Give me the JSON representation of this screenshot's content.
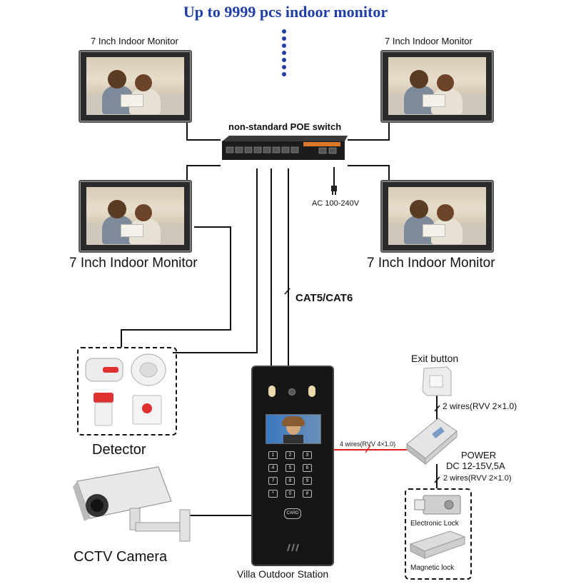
{
  "title": "Up to 9999 pcs indoor monitor",
  "monitors": {
    "top_left": "7 Inch Indoor Monitor",
    "top_right": "7 Inch Indoor Monitor",
    "mid_left": "7 Inch Indoor Monitor",
    "mid_right": "7 Inch Indoor Monitor"
  },
  "switch": {
    "label": "non-standard POE switch",
    "power": "AC 100-240V"
  },
  "cable": "CAT5/CAT6",
  "detector": "Detector",
  "camera": "CCTV Camera",
  "station": {
    "label": "Villa Outdoor Station",
    "card_text": "CARD",
    "keys": [
      "1",
      "2",
      "3",
      "4",
      "5",
      "6",
      "7",
      "8",
      "9",
      "*",
      "0",
      "#"
    ]
  },
  "wiring": {
    "four_wires": "4 wires(RVV 4×1.0)",
    "exit_button": "Exit button",
    "exit_wires": "2 wires(RVV 2×1.0)",
    "power_title": "POWER",
    "power_spec": "DC 12-15V,5A",
    "lock_wires": "2 wires(RVV 2×1.0)",
    "electronic_lock": "Electronic Lock",
    "magnetic_lock": "Magnetic lock"
  },
  "colors": {
    "title": "#1f3fa6",
    "red_wire": "#e02020",
    "wire": "#111111"
  }
}
